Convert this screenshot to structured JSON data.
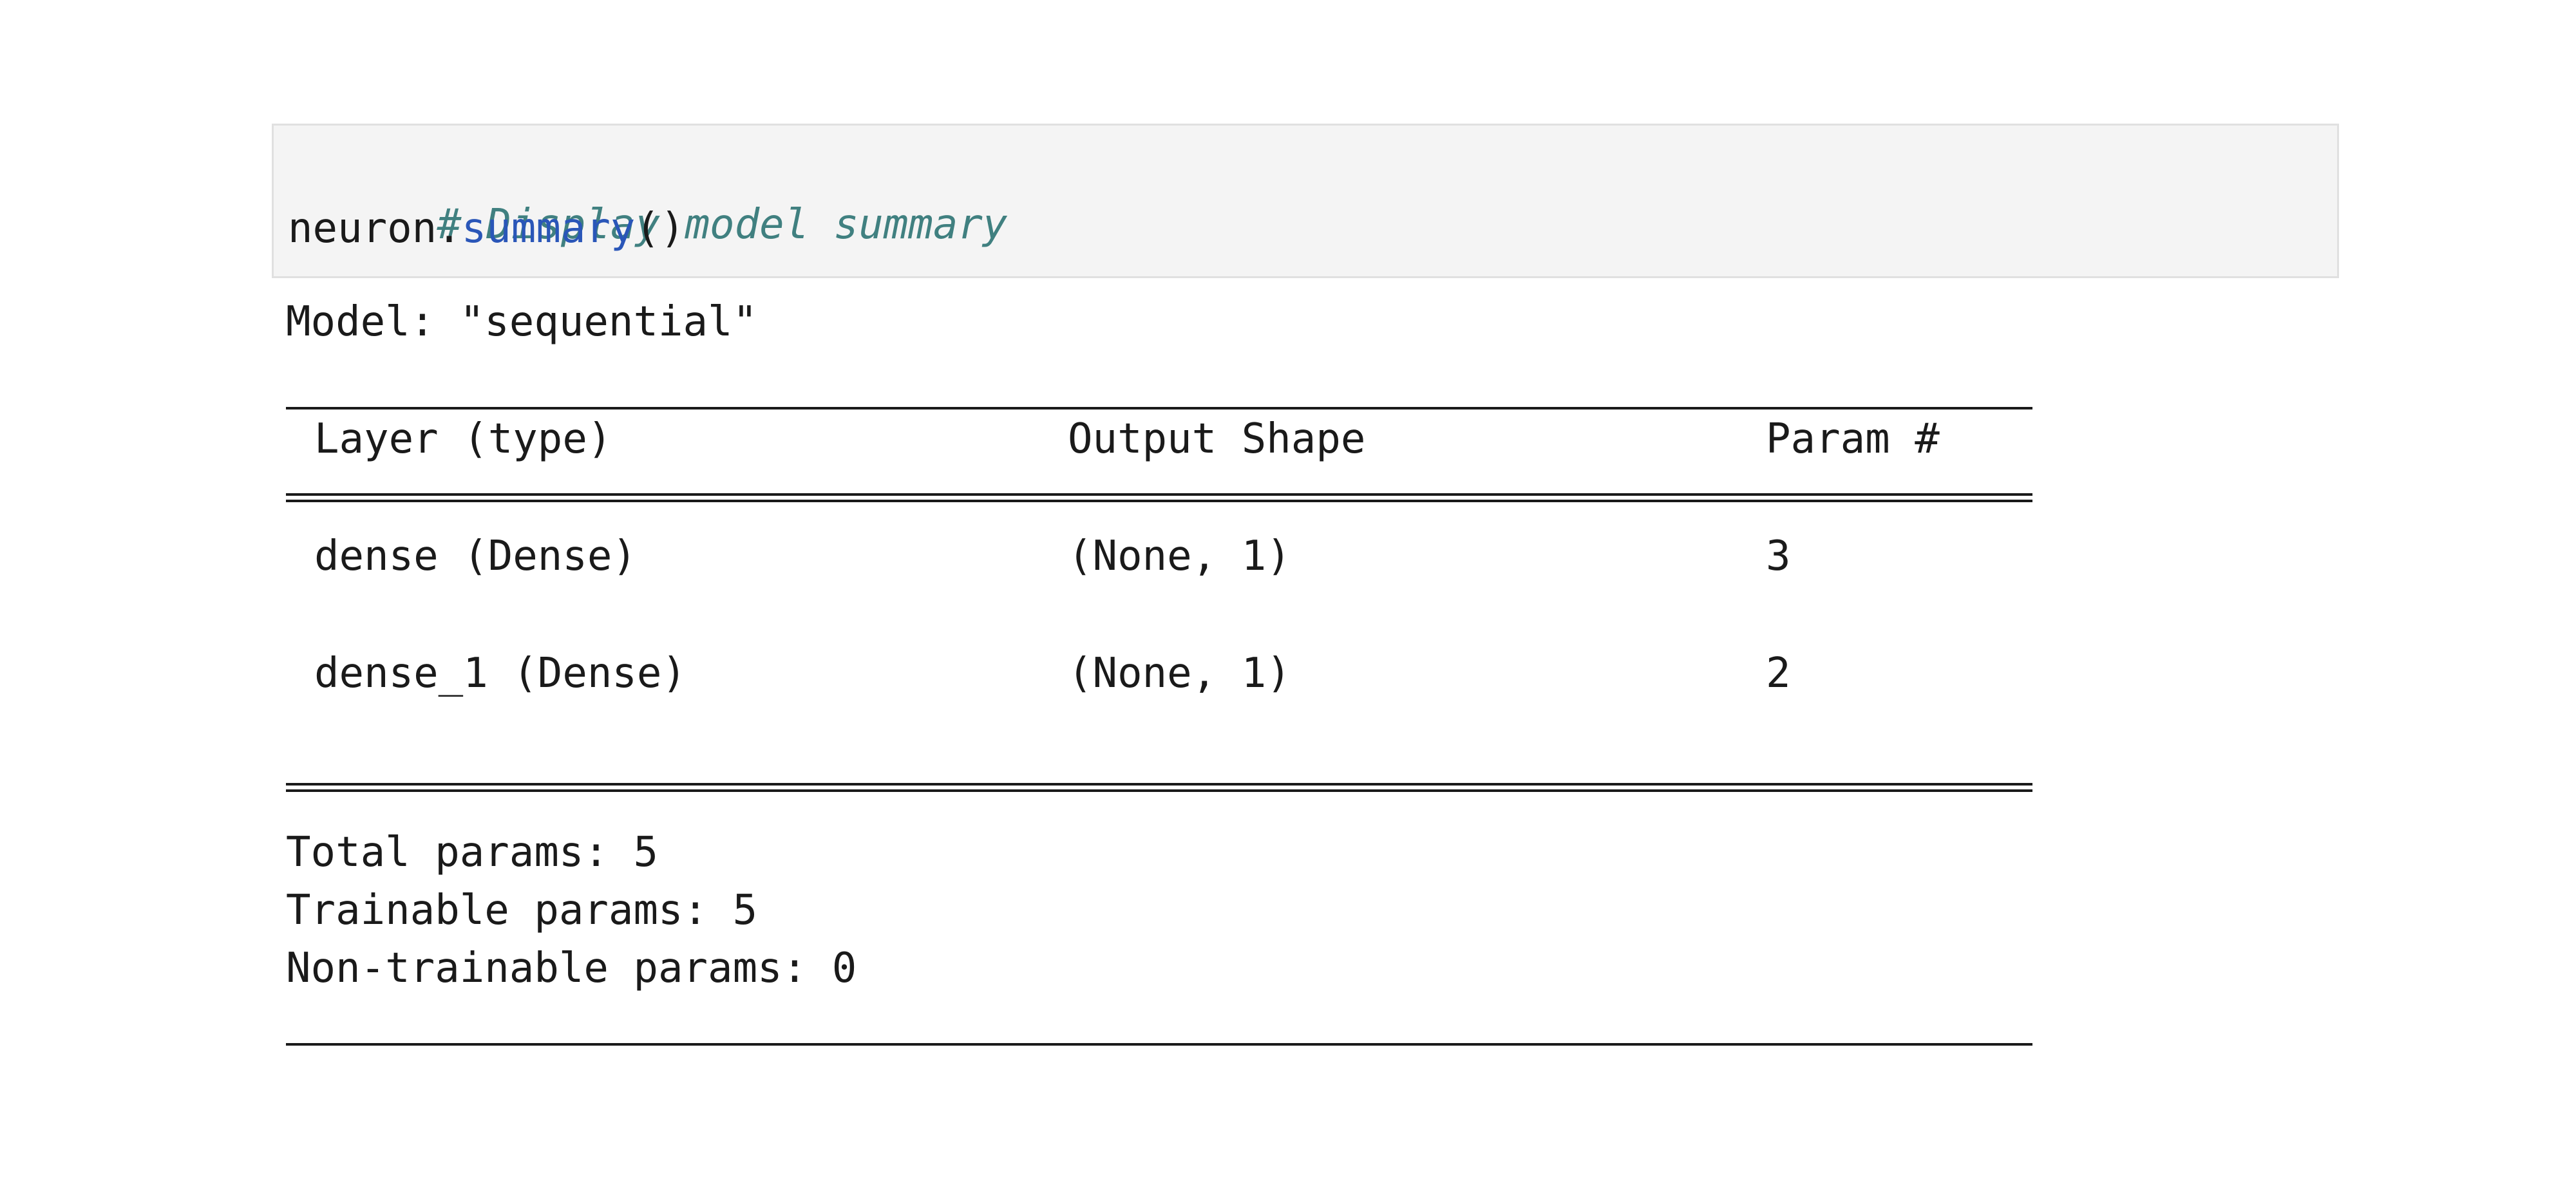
{
  "code_cell": {
    "comment": "# Display model summary",
    "object": "neuron.",
    "method": "summary",
    "parens": "()"
  },
  "output": {
    "model_line": "Model: \"sequential\"",
    "headers": {
      "layer": "Layer (type)",
      "shape": "Output Shape",
      "params": "Param #"
    },
    "rows": [
      {
        "layer": "dense (Dense)",
        "shape": "(None, 1)",
        "params": "3"
      },
      {
        "layer": "dense_1 (Dense)",
        "shape": "(None, 1)",
        "params": "2"
      }
    ],
    "totals": {
      "total": "Total params: 5",
      "trainable": "Trainable params: 5",
      "non_trainable": "Non-trainable params: 0"
    }
  },
  "colors": {
    "comment": "#408080",
    "function": "#2a56b8",
    "code_background": "#f4f4f4",
    "text": "#1a1a1a"
  }
}
